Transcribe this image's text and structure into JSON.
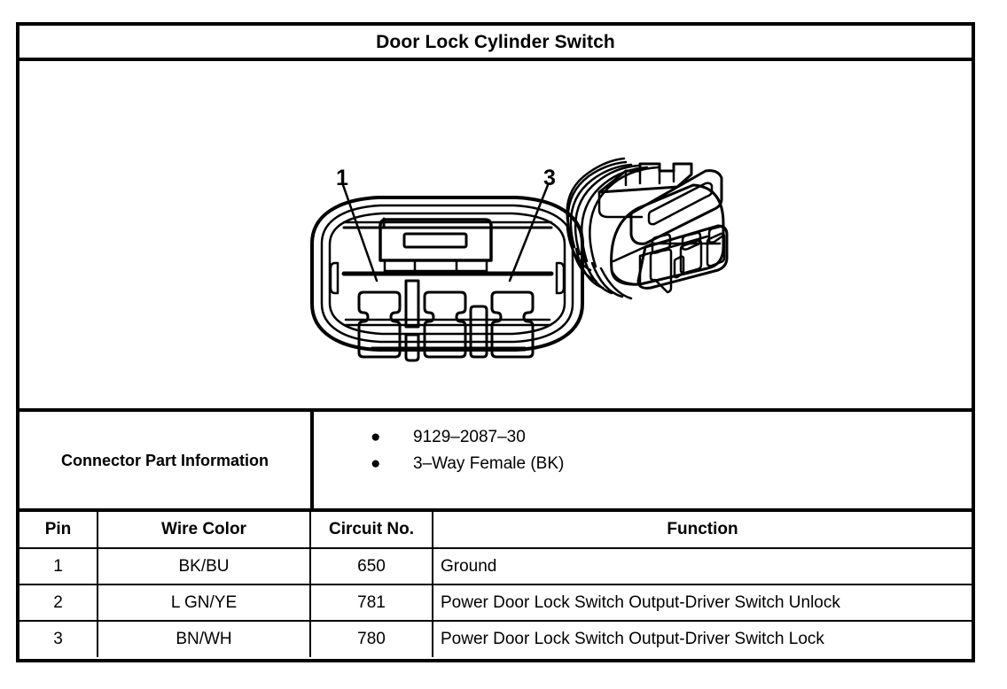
{
  "header": {
    "title": "Door Lock Cylinder Switch"
  },
  "illustration": {
    "name": "connector-face-view",
    "callouts": [
      {
        "label": "1",
        "pin": 1
      },
      {
        "label": "3",
        "pin": 3
      }
    ],
    "secondary_view": "connector-isometric-view",
    "cavity_count": 3
  },
  "connector_part_information": {
    "label": "Connector Part Information",
    "items": [
      "9129–2087–30",
      "3–Way Female (BK)"
    ],
    "bullet": "●"
  },
  "pin_table": {
    "columns": [
      "Pin",
      "Wire Color",
      "Circuit No.",
      "Function"
    ],
    "rows": [
      {
        "pin": "1",
        "wire_color": "BK/BU",
        "circuit_no": "650",
        "function": "Ground"
      },
      {
        "pin": "2",
        "wire_color": "L GN/YE",
        "circuit_no": "781",
        "function": "Power Door Lock Switch Output-Driver Switch Unlock"
      },
      {
        "pin": "3",
        "wire_color": "BN/WH",
        "circuit_no": "780",
        "function": "Power Door Lock Switch Output-Driver Switch Lock"
      }
    ]
  },
  "colors": {
    "ink": "#000000",
    "paper": "#ffffff"
  }
}
